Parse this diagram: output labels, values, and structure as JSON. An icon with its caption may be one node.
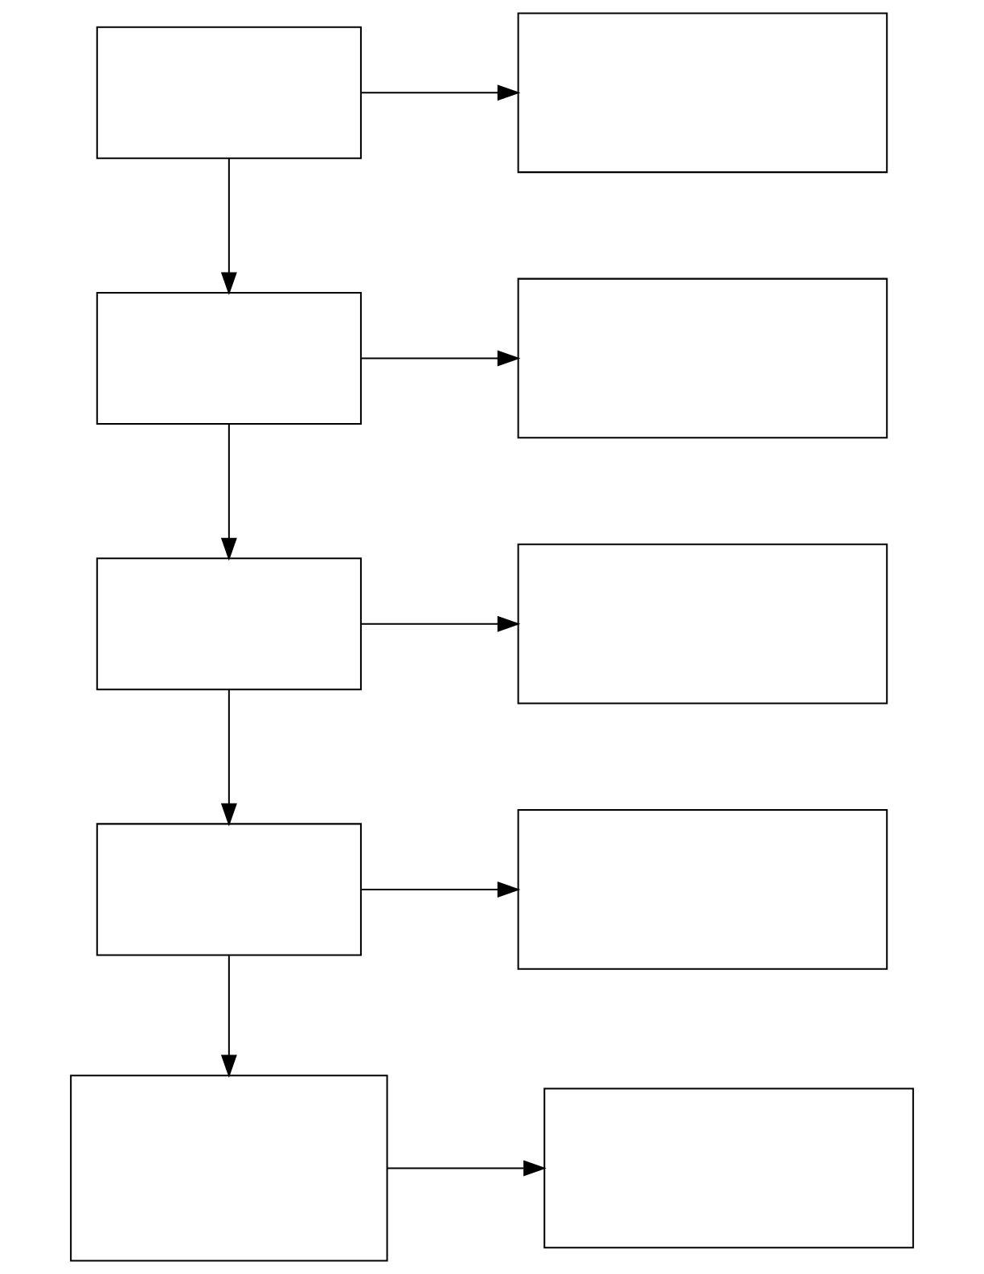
{
  "diagram": {
    "nodes": [
      {
        "text": [],
        "shape": "box"
      },
      {
        "text": [],
        "shape": "box"
      },
      {
        "text": [],
        "shape": "box"
      },
      {
        "text": [],
        "shape": "box"
      },
      {
        "text": [],
        "shape": "box"
      },
      {
        "text": [],
        "shape": "box"
      },
      {
        "text": [],
        "shape": "box"
      },
      {
        "text": [],
        "shape": "box"
      },
      {
        "text": [],
        "shape": "box"
      },
      {
        "text": [],
        "shape": "box"
      }
    ],
    "edges": [
      {
        "from": 0,
        "to": 1,
        "arrow": "to"
      },
      {
        "from": 0,
        "to": 2,
        "arrow": "to"
      },
      {
        "from": 2,
        "to": 3,
        "arrow": "to"
      },
      {
        "from": 2,
        "to": 4,
        "arrow": "to"
      },
      {
        "from": 4,
        "to": 5,
        "arrow": "to"
      },
      {
        "from": 4,
        "to": 6,
        "arrow": "to"
      },
      {
        "from": 6,
        "to": 7,
        "arrow": "to"
      },
      {
        "from": 6,
        "to": 8,
        "arrow": "to"
      },
      {
        "from": 8,
        "to": 9,
        "arrow": "to"
      }
    ]
  }
}
